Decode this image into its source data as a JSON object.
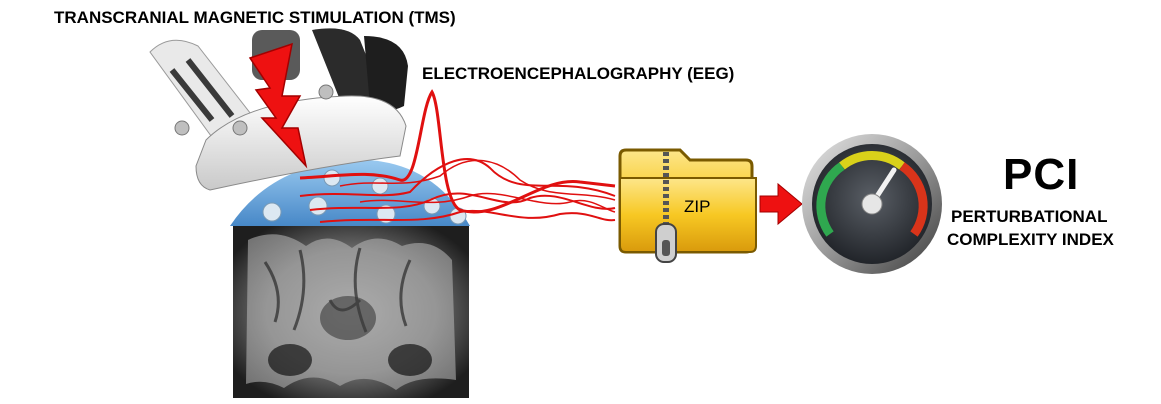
{
  "labels": {
    "tms": "TRANSCRANIAL MAGNETIC STIMULATION (TMS)",
    "eeg": "ELECTROENCEPHALOGRAPHY (EEG)",
    "zip": "ZIP",
    "pci": "PCI",
    "pci_line1": "PERTURBATIONAL",
    "pci_line2": "COMPLEXITY INDEX"
  },
  "icons": {
    "coil": "tms-coil-icon",
    "bolt": "lightning-bolt-icon",
    "brain": "brain-mri-icon",
    "folder": "zip-folder-icon",
    "arrow": "arrow-right-icon",
    "gauge": "gauge-icon"
  },
  "colors": {
    "signal": "#e01010",
    "bolt": "#ee1111",
    "cap": "#3a8fd6",
    "folder": "#f7c823",
    "gauge_low": "#2fa84f",
    "gauge_mid": "#d9d11a",
    "gauge_high": "#d9341a"
  }
}
